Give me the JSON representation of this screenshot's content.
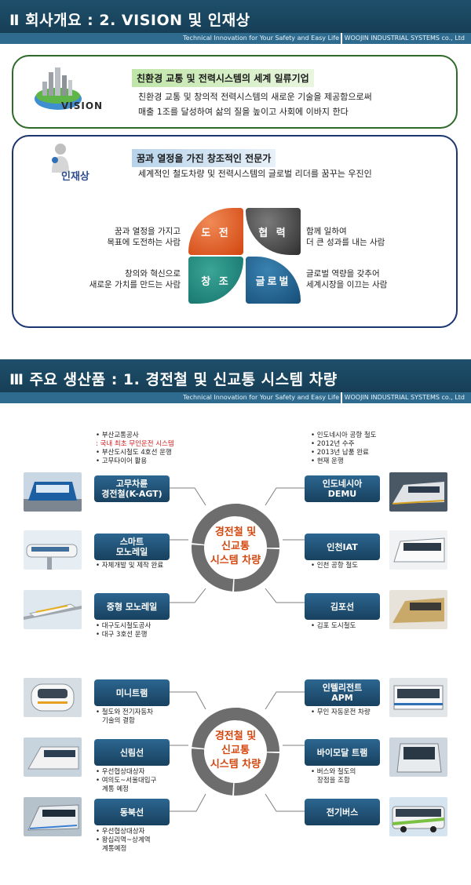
{
  "section1": {
    "title": "Ⅱ 회사개요 : 2. VISION 및 인재상",
    "subbar_left": "Technical Innovation for Your Safety and Easy Life",
    "subbar_right": "WOOJIN INDUSTRIAL SYSTEMS co., Ltd"
  },
  "vision": {
    "logo_label": "VISION",
    "headline": "친환경 교통 및 전력시스템의 세계 일류기업",
    "line1": "친환경 교통 및 창의적 전력시스템의 새로운 기술을 제공함으로써",
    "line2": "매출 1조를 달성하여 삶의 질을 높이고 사회에 이바지 한다"
  },
  "talent": {
    "logo_label": "인재상",
    "headline": "꿈과 열정을 가진 창조적인 전문가",
    "line1": "세계적인 철도차량 및 전력시스템의 글로벌 리더를 꿈꾸는 우진인",
    "quadrants": {
      "q1": "도 전",
      "q2": "협 력",
      "q3": "창 조",
      "q4": "글로벌"
    },
    "desc": {
      "tl1": "꿈과 열정을 가지고",
      "tl2": "목표에 도전하는 사람",
      "tr1": "함께 일하여",
      "tr2": "더 큰 성과를 내는 사람",
      "bl1": "창의와 혁신으로",
      "bl2": "새로운 가치를 만드는 사람",
      "br1": "글로벌 역량을 갖추어",
      "br2": "세계시장을 이끄는 사람"
    }
  },
  "section2": {
    "title": "Ⅲ 주요 생산품 : 1. 경전철 및 신교통 시스템 차량",
    "subbar_left": "Technical Innovation for Your Safety and Easy Life",
    "subbar_right": "WOOJIN INDUSTRIAL SYSTEMS co., Ltd"
  },
  "diagram1": {
    "center": [
      "경전철 및",
      "신교통",
      "시스템 차량"
    ],
    "items": {
      "agt": {
        "label1": "고무차륜",
        "label2": "경전철(K-AGT)",
        "notes": [
          "• 부산교통공사",
          ": 국내 최초 무인운전 시스템",
          "• 부산도시철도 4호선 운행",
          "• 고무타이어 활용"
        ]
      },
      "smart": {
        "label1": "스마트",
        "label2": "모노레일",
        "notes": [
          "• 자체개발 및 제작 완료"
        ]
      },
      "mid": {
        "label1": "중형 모노레일",
        "notes": [
          "• 대구도시철도공사",
          "• 대구 3호선 운행"
        ]
      },
      "demu": {
        "label1": "인도네시아",
        "label2": "DEMU",
        "notes": [
          "• 인도네시아 공항 철도",
          "• 2012년 수주",
          "• 2013년 납품 완료",
          "• 현재 운행"
        ]
      },
      "iat": {
        "label1": "인천IAT",
        "notes": [
          "• 인천 공항 철도"
        ]
      },
      "gimpo": {
        "label1": "김포선",
        "notes": [
          "• 김포 도시철도"
        ]
      }
    }
  },
  "diagram2": {
    "center": [
      "경전철 및",
      "신교통",
      "시스템 차량"
    ],
    "items": {
      "mini": {
        "label1": "미니트램",
        "notes": [
          "• 철도와 전기자동차",
          "기술의 결합"
        ]
      },
      "sillim": {
        "label1": "신림선",
        "notes": [
          "• 우선협상대상자",
          "• 여의도~서울대입구",
          "계통 예정"
        ]
      },
      "dongbuk": {
        "label1": "동북선",
        "notes": [
          "• 우선협상대상자",
          "• 왕십리역~상계역",
          "계통예정"
        ]
      },
      "apm": {
        "label1": "인텔리전트",
        "label2": "APM",
        "notes": [
          "• 무인 자동운전 차량"
        ]
      },
      "bimodal": {
        "label1": "바이모달 트램",
        "notes": [
          "• 버스와 철도의",
          "장점을 조합"
        ]
      },
      "ebus": {
        "label1": "전기버스"
      }
    }
  },
  "colors": {
    "banner": "#1e4f6b",
    "accent_orange": "#d4470f",
    "vision_border": "#2e6a2a",
    "talent_border": "#1a3570"
  }
}
